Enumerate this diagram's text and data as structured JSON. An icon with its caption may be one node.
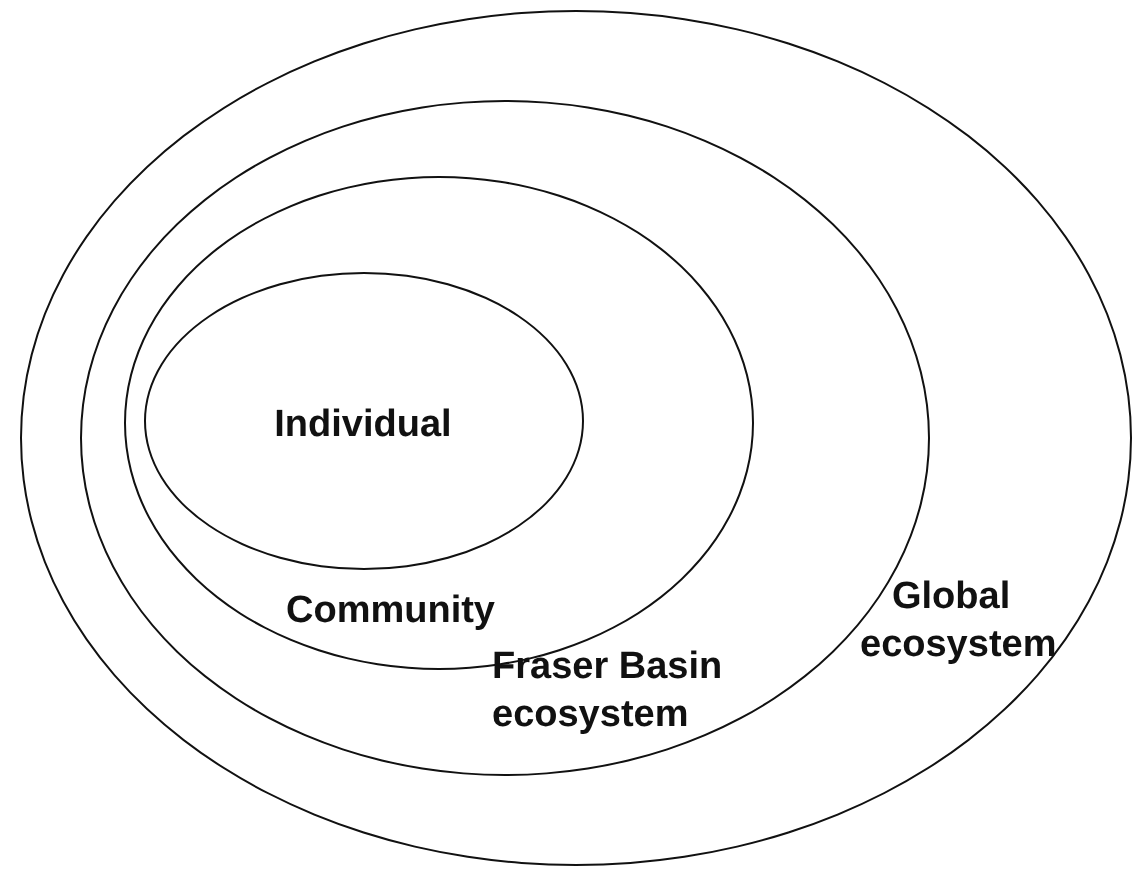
{
  "diagram": {
    "nodes": [
      {
        "text": [
          "Global ecosystem"
        ]
      },
      {
        "text": [
          "Fraser Basin ecosystem"
        ],
        "in": 0
      },
      {
        "text": [
          "Community"
        ],
        "in": 1
      },
      {
        "text": [
          "Individual"
        ],
        "in": 2
      }
    ]
  }
}
